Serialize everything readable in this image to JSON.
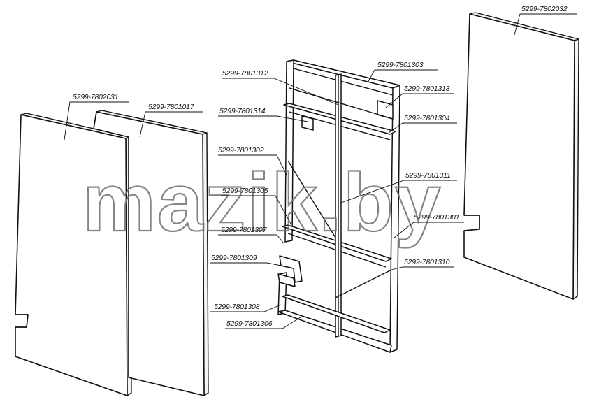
{
  "watermark": "mazik.by",
  "parts": {
    "p7802031": "5299-7802031",
    "p7801017": "5299-7801017",
    "p7802032": "5299-7802032",
    "p7801312": "5299-7801312",
    "p7801303": "5299-7801303",
    "p7801313": "5299-7801313",
    "p7801314": "5299-7801314",
    "p7801304": "5299-7801304",
    "p7801302": "5299-7801302",
    "p7801311": "5299-7801311",
    "p7801305": "5299-7801305",
    "p7801301": "5299-7801301",
    "p7801307": "5299-7801307",
    "p7801309": "5299-7801309",
    "p7801310": "5299-7801310",
    "p7801308": "5299-7801308",
    "p7801306": "5299-7801306"
  }
}
